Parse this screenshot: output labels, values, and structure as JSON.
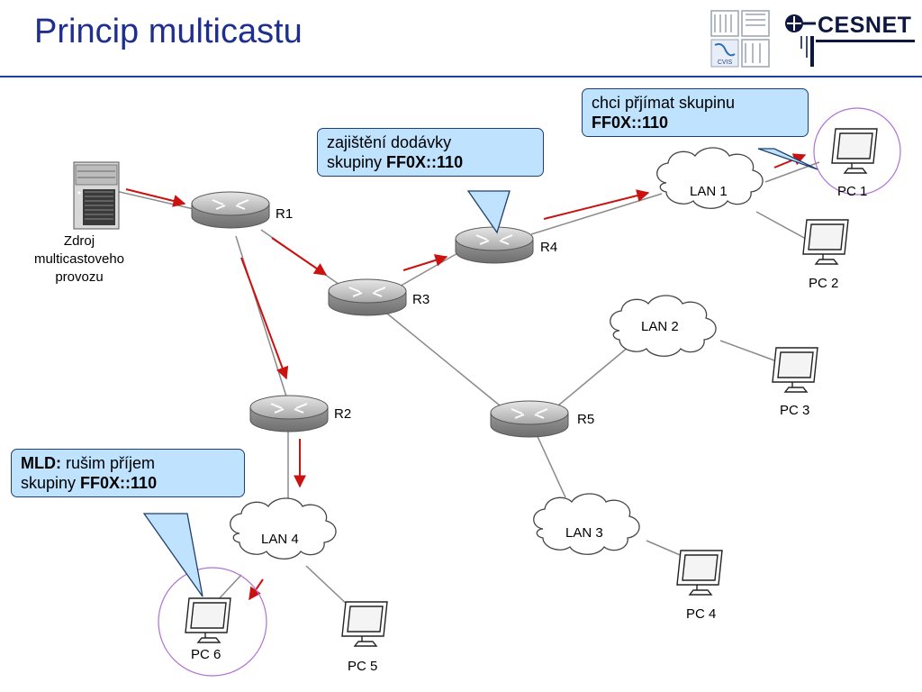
{
  "title": "Princip multicastu",
  "logo": {
    "cesnet": "CESNET",
    "cvis": "CVIS"
  },
  "nodes": {
    "r1": "R1",
    "r2": "R2",
    "r3": "R3",
    "r4": "R4",
    "r5": "R5",
    "lan1": "LAN 1",
    "lan2": "LAN 2",
    "lan3": "LAN 3",
    "lan4": "LAN 4",
    "pc1": "PC 1",
    "pc2": "PC 2",
    "pc3": "PC 3",
    "pc4": "PC 4",
    "pc5": "PC 5",
    "pc6": "PC 6"
  },
  "source": {
    "line1": "Zdroj",
    "line2": "multicastoveho",
    "line3": "provozu"
  },
  "callouts": {
    "r4": {
      "line1": "zajištění dodávky",
      "line2_prefix": "skupiny ",
      "line2_bold": "FF0X::110"
    },
    "pc1": {
      "line1": "chci přjímat skupinu",
      "line2_bold": "FF0X::110"
    },
    "pc6": {
      "line1_bold": "MLD:",
      "line1_rest": " rušim příjem",
      "line2_prefix": "skupiny ",
      "line2_bold": "FF0X::110"
    }
  },
  "colors": {
    "title": "#1f2f8f",
    "arrow": "#cc1111",
    "callout_fill": "#bfe3ff",
    "highlight_circle": "#b070d0"
  }
}
